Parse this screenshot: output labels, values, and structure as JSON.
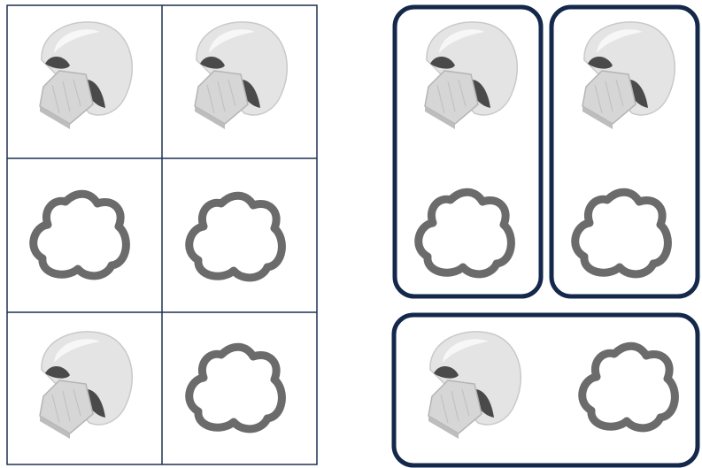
{
  "colors": {
    "grid_line": "#1f3150",
    "group_border": "#13284a",
    "mushroom_cap": "#e4e4e4",
    "mushroom_cap_highlight": "#f7f7f7",
    "mushroom_gill": "#4a4a4a",
    "mushroom_stem": "#d6d6d6",
    "pepper_ring": "#6b6b6b"
  },
  "grid": {
    "rows": 3,
    "columns": 2,
    "cells": [
      [
        "mushroom-icon",
        "mushroom-icon"
      ],
      [
        "pepper-ring-icon",
        "pepper-ring-icon"
      ],
      [
        "mushroom-icon",
        "pepper-ring-icon"
      ]
    ]
  },
  "groups": [
    {
      "layout": "vertical",
      "items": [
        "mushroom-icon",
        "pepper-ring-icon"
      ]
    },
    {
      "layout": "vertical",
      "items": [
        "mushroom-icon",
        "pepper-ring-icon"
      ]
    },
    {
      "layout": "horizontal",
      "items": [
        "mushroom-icon",
        "pepper-ring-icon"
      ]
    }
  ]
}
